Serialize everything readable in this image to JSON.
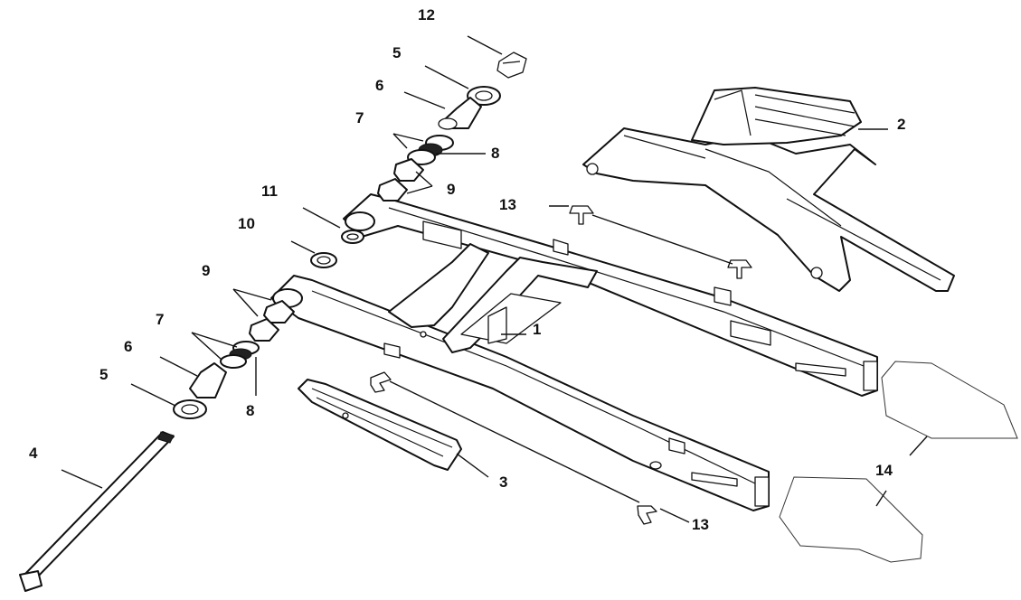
{
  "callouts": {
    "c1": "1",
    "c2": "2",
    "c3": "3",
    "c4": "4",
    "c5a": "5",
    "c5b": "5",
    "c6a": "6",
    "c6b": "6",
    "c7a": "7",
    "c7b": "7",
    "c8a": "8",
    "c8b": "8",
    "c9a": "9",
    "c9b": "9",
    "c10": "10",
    "c11": "11",
    "c12": "12",
    "c13a": "13",
    "c13b": "13",
    "c14": "14"
  },
  "colors": {
    "line": "#111111",
    "background": "#ffffff"
  }
}
